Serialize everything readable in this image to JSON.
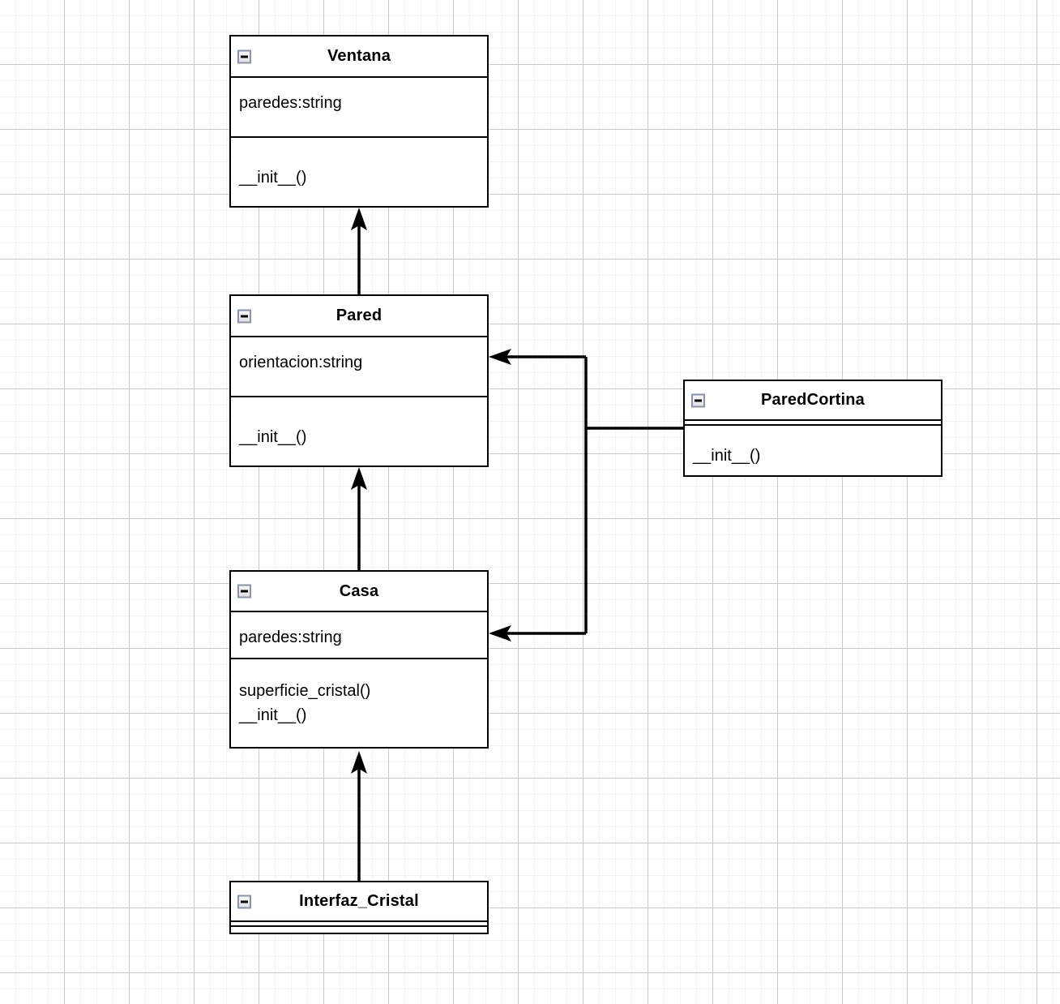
{
  "diagram": {
    "type": "uml-class-diagram",
    "background": "#ffffff",
    "grid_minor_color": "#f2f2f2",
    "grid_major_color": "#c8c8c8",
    "line_color": "#000000",
    "icon_border_color": "#8a92a8"
  },
  "classes": {
    "ventana": {
      "name": "Ventana",
      "icon": "collapse-minus-icon",
      "attributes": [
        "paredes:string"
      ],
      "methods": [
        "__init__()"
      ]
    },
    "pared": {
      "name": "Pared",
      "icon": "collapse-minus-icon",
      "attributes": [
        "orientacion:string"
      ],
      "methods": [
        "__init__()"
      ]
    },
    "paredcortina": {
      "name": "ParedCortina",
      "icon": "collapse-minus-icon",
      "attributes": [],
      "methods": [
        "__init__()"
      ]
    },
    "casa": {
      "name": "Casa",
      "icon": "collapse-minus-icon",
      "attributes": [
        "paredes:string"
      ],
      "methods": [
        "superficie_cristal()",
        "__init__()"
      ]
    },
    "interfaz_cristal": {
      "name": "Interfaz_Cristal",
      "icon": "collapse-minus-icon",
      "attributes": [],
      "methods": []
    }
  },
  "relationships": [
    {
      "from": "Pared",
      "to": "Ventana",
      "kind": "generalization",
      "arrow": "solid-filled-up"
    },
    {
      "from": "Casa",
      "to": "Pared",
      "kind": "generalization",
      "arrow": "solid-filled-up"
    },
    {
      "from": "Interfaz_Cristal",
      "to": "Casa",
      "kind": "generalization",
      "arrow": "solid-filled-up"
    },
    {
      "from": "ParedCortina",
      "to": "Pared",
      "kind": "generalization",
      "arrow": "solid-filled-left"
    },
    {
      "from": "ParedCortina",
      "to": "Casa",
      "kind": "generalization",
      "arrow": "solid-filled-left"
    }
  ]
}
